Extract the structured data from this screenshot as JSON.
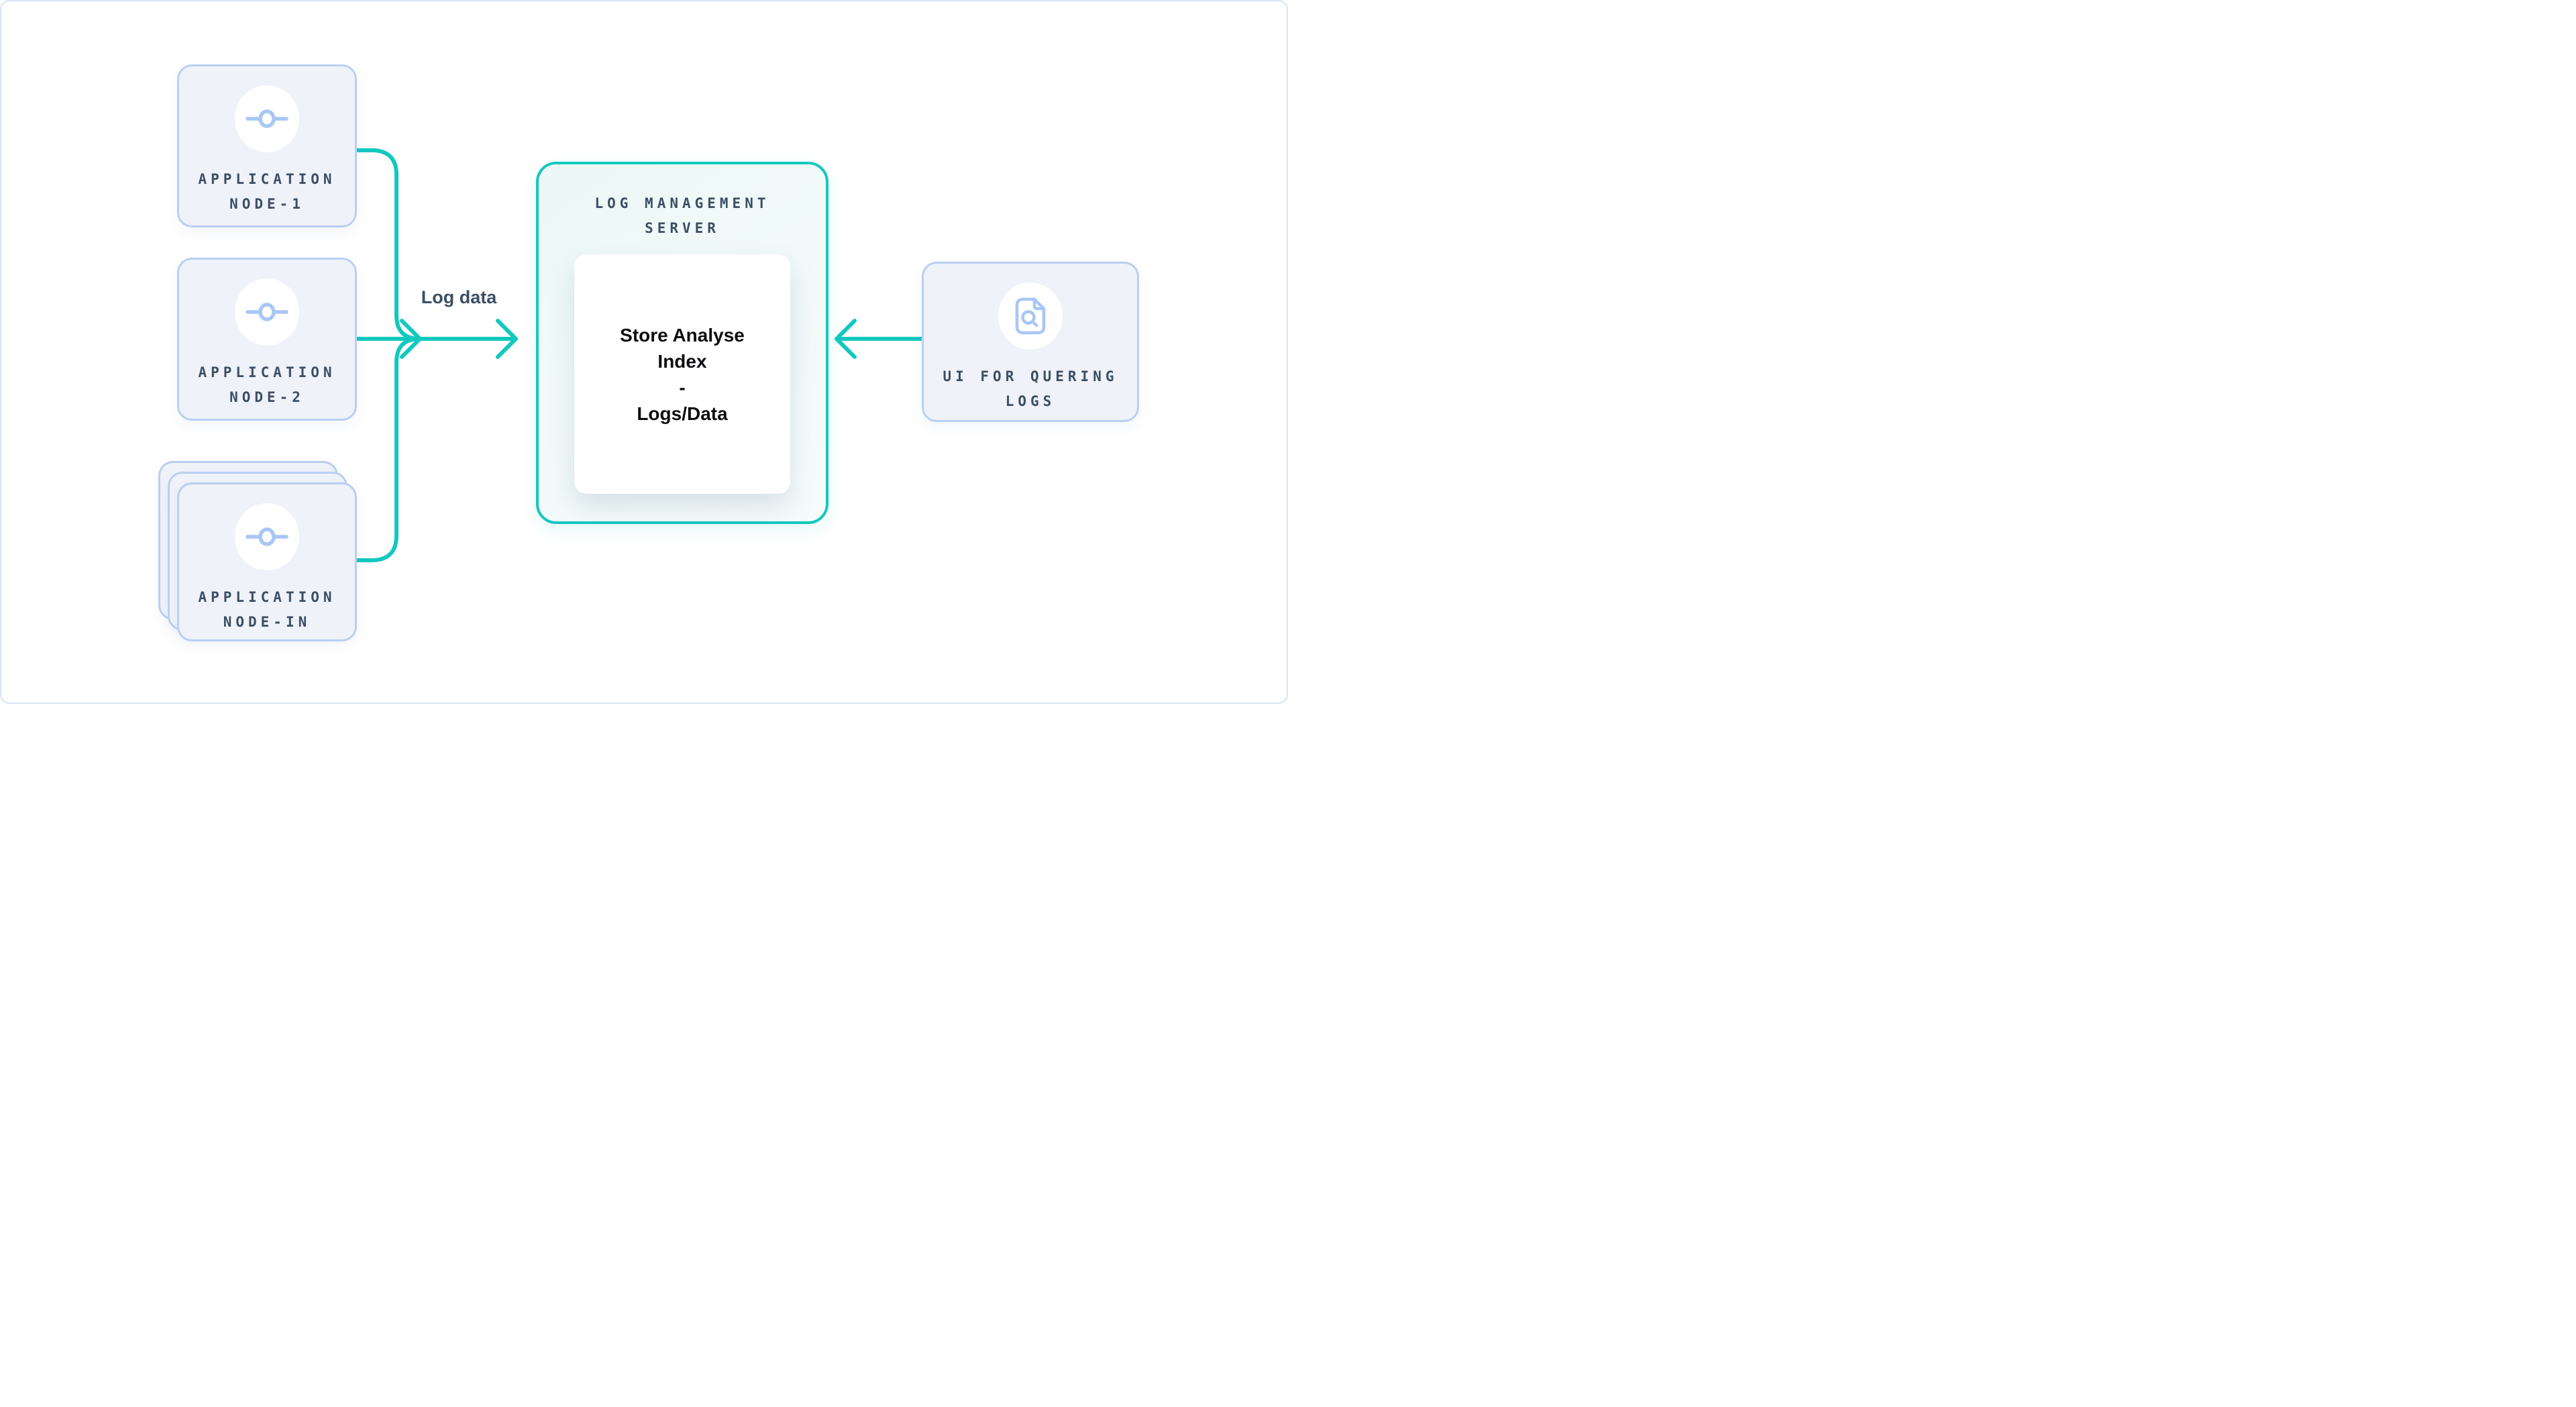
{
  "colors": {
    "teal": "#13C8BE",
    "blue_border": "#B9CFF3",
    "node_fill": "#EFF2F8",
    "icon_blue": "#A9C6F4",
    "slate_text": "#3C4E64",
    "server_fill": "#EFF9F8",
    "card_bg": "#FFFFFF",
    "card_text": "#0D0E10",
    "canvas_border": "#D7E3F4",
    "canvas_bg": "#FFFFFF"
  },
  "nodes": [
    {
      "label": [
        "APPLICATION",
        "NODE-1"
      ],
      "icon": "commit-icon"
    },
    {
      "label": [
        "APPLICATION",
        "NODE-2"
      ],
      "icon": "commit-icon"
    },
    {
      "label": [
        "APPLICATION",
        "NODE-IN"
      ],
      "icon": "commit-icon",
      "stacked": true
    }
  ],
  "server": {
    "title": [
      "LOG MANAGEMENT",
      "SERVER"
    ],
    "card_lines": [
      "Store Analyse",
      "Index",
      "-",
      "Logs/Data"
    ]
  },
  "query_ui": {
    "label": [
      "UI FOR QUERING",
      "LOGS"
    ],
    "icon": "document-search-icon"
  },
  "edges": {
    "log_data_label": "Log data"
  }
}
